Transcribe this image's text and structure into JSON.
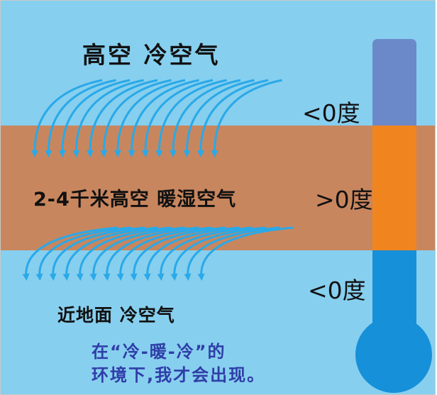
{
  "labels": {
    "high_air": "高空 冷空气",
    "mid_air": "2-4千米高空  暖湿空气",
    "low_air": "近地面 冷空气",
    "temp_top": "<0度",
    "temp_mid": ">0度",
    "temp_bottom": "<0度"
  },
  "note": {
    "line1": "在“冷-暖-冷”的",
    "line2": "环境下,我才会出现。"
  },
  "colors": {
    "sky": "#87cfef",
    "warm_band": "#c8865e",
    "arrow": "#2aa9e8",
    "thermo_top": "#6b89c8",
    "thermo_mid": "#f0851f",
    "thermo_bottom": "#1690d8",
    "note_text": "#2f3ea8"
  },
  "icons": {
    "arrows_upper": "curved-down-arrow-icon",
    "arrows_lower": "curved-down-arrow-icon",
    "thermometer": "thermometer-icon"
  }
}
